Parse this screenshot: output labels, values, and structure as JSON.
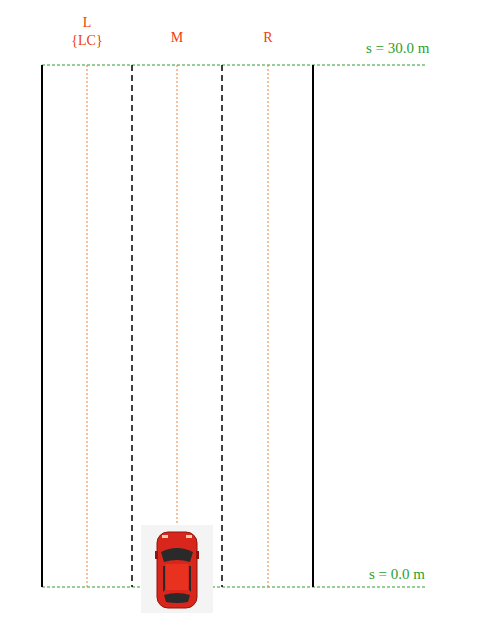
{
  "diagram": {
    "labels": [
      "L",
      "{LC}",
      "M",
      "R",
      "s = 30.0 m",
      "s = 0.0 m"
    ]
  }
}
